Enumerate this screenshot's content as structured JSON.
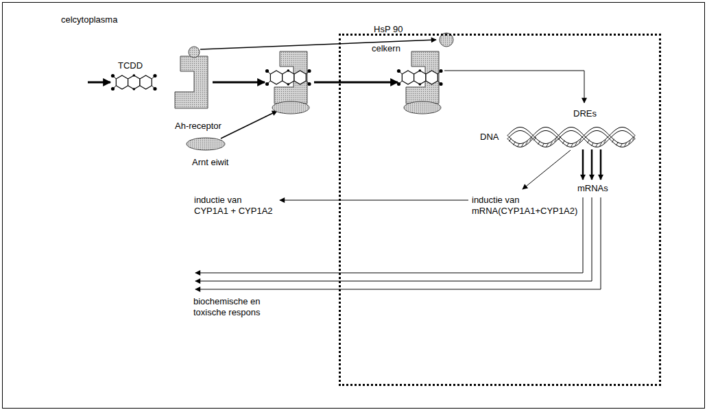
{
  "diagram": {
    "nodes": [
      {
        "text": [
          "celcytoplasma"
        ]
      },
      {
        "text": [
          "celkern"
        ],
        "in": 0
      }
    ],
    "labels": [
      "HsP 90",
      "TCDD",
      "Ah-receptor",
      "Arnt eiwit",
      "DREs",
      "DNA",
      "mRNAs",
      "inductie van mRNA(CYP1A1+CYP1A2)",
      "inductie van CYP1A1 + CYP1A2",
      "biochemische en toxische respons"
    ]
  }
}
